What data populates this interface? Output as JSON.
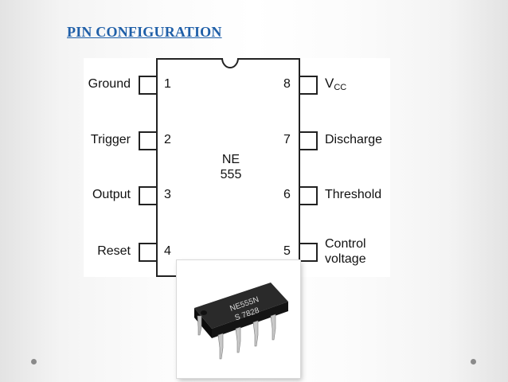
{
  "slide": {
    "title": "PIN CONFIGURATION"
  },
  "chip": {
    "name_line1": "NE",
    "name_line2": "555",
    "photo_marking_line1": "NE555N",
    "photo_marking_line2": "S 7828"
  },
  "pins": {
    "left": [
      {
        "number": "1",
        "label": "Ground"
      },
      {
        "number": "2",
        "label": "Trigger"
      },
      {
        "number": "3",
        "label": "Output"
      },
      {
        "number": "4",
        "label": "Reset"
      }
    ],
    "right": [
      {
        "number": "8",
        "label_main": "V",
        "label_sub": "CC"
      },
      {
        "number": "7",
        "label": "Discharge"
      },
      {
        "number": "6",
        "label": "Threshold"
      },
      {
        "number": "5",
        "label_line1": "Control",
        "label_line2": "voltage"
      }
    ]
  },
  "colors": {
    "title": "#1f5fa8",
    "outline": "#222222",
    "chip_photo": "#1c1c1c",
    "leads": "#b8b8b8"
  }
}
